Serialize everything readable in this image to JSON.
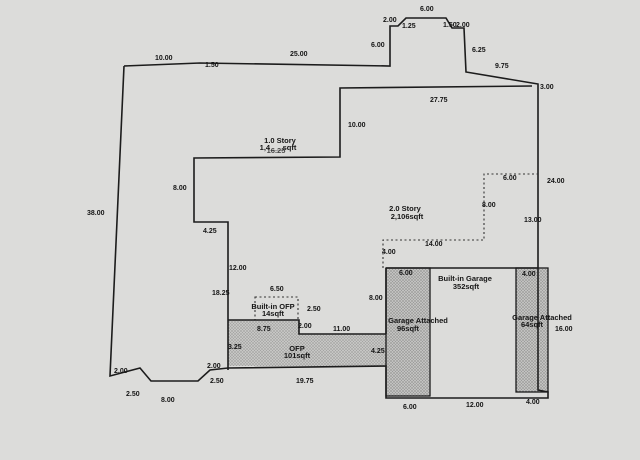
{
  "dimensions": {
    "d_top_a": "2.00",
    "d_top_b": "6.00",
    "d_top_c": "1.25",
    "d_top_d": "1.50",
    "d_top_e": "2.00",
    "d_roof_left": "10.00",
    "d_roof_small": "1.50",
    "d_roof_mid": "25.00",
    "d_roof_right_v": "6.00",
    "d_notch_a": "6.25",
    "d_notch_b": "9.75",
    "d_corner_right": "3.00",
    "d_main_top": "27.75",
    "d_step_v": "10.00",
    "d_left_v": "38.00",
    "d_inner_v1": "8.00",
    "d_inner_h": "4.25",
    "d_inner_v2": "12.00",
    "d_inner_v3": "18.25",
    "d_ofp_top": "6.50",
    "d_ofp_side": "2.50",
    "d_ofp_w": "8.75",
    "d_ofp_h": "2.00",
    "d_ofp_right": "11.00",
    "d_left_small": "3.25",
    "d_porch_left": "2.00",
    "d_porch_right": "2.50",
    "d_bottom_mid": "19.75",
    "d_bevel_a": "2.00",
    "d_bevel_b": "2.50",
    "d_bevel_bottom": "8.00",
    "d_2s_top": "6.00",
    "d_2s_v": "8.00",
    "d_2s_right": "13.00",
    "d_2s_bottom": "14.00",
    "d_2s_step": "4.00",
    "d_right_v": "24.00",
    "d_gar_v": "8.00",
    "d_gar_right": "4.25",
    "d_gar_right_v": "16.00",
    "d_gar1_w": "6.00",
    "d_gar2_w": "4.00",
    "d_bot_gar1": "6.00",
    "d_bot_mid2": "12.00",
    "d_bot_gar2": "4.00"
  },
  "areas": {
    "story1_name": "1.0 Story",
    "story1_a": "1,4___sqft",
    "story1_b": "16.25",
    "story2_name": "2.0 Story",
    "story2_area": "2,106sqft",
    "builtin_garage_name": "Built-in Garage",
    "builtin_garage_area": "352sqft",
    "builtin_ofp_name": "Built-in OFP",
    "builtin_ofp_area": "14sqft",
    "ofp_name": "OFP",
    "ofp_area": "101sqft",
    "garage_att1_name": "Garage Attached",
    "garage_att1_area": "96sqft",
    "garage_att2_name": "Garage Attached",
    "garage_att2_area": "64sqft"
  }
}
